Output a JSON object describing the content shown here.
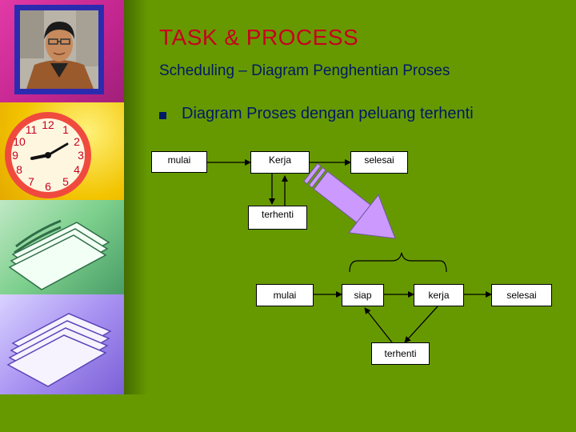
{
  "slide": {
    "title": "TASK & PROCESS",
    "subtitle": "Scheduling – Diagram Penghentian Proses",
    "bullet": "Diagram Proses dengan peluang terhenti"
  },
  "diagram1": {
    "mulai": "mulai",
    "kerja": "Kerja",
    "selesai": "selesai",
    "terhenti": "terhenti"
  },
  "diagram2": {
    "mulai": "mulai",
    "siap": "siap",
    "kerja": "kerja",
    "selesai": "selesai",
    "terhenti": "terhenti"
  },
  "colors": {
    "background": "#669900",
    "title": "#c8001e",
    "subtitle": "#001a66",
    "arrow_fill": "#cc99ff"
  },
  "decorations": [
    "portrait-photo",
    "clock-icon",
    "papers-stack",
    "papers-stack-purple"
  ]
}
